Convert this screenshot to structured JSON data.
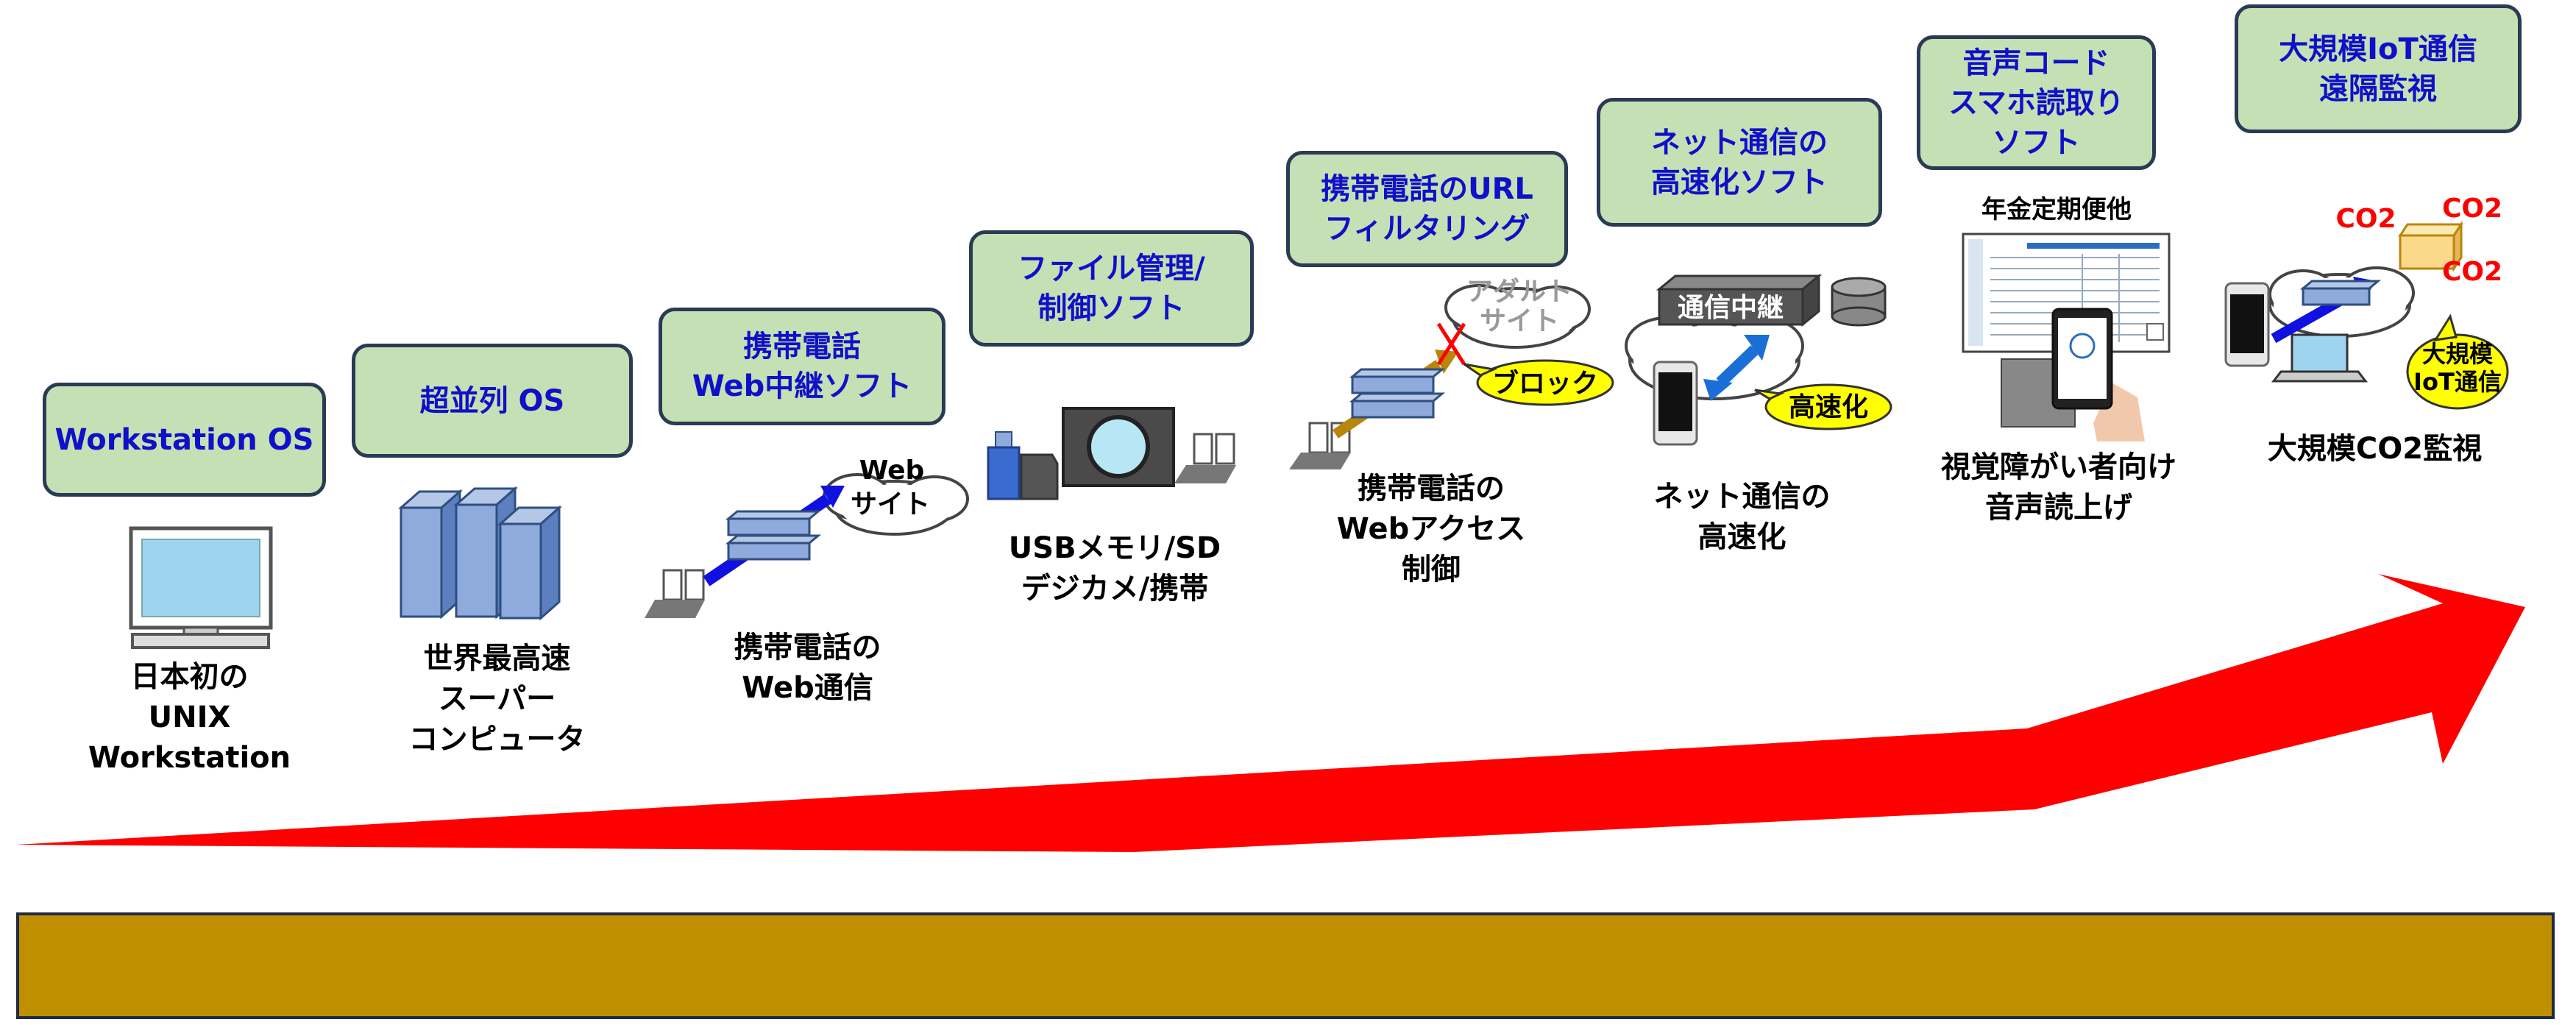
{
  "stages": [
    {
      "title": "Workstation OS",
      "caption": "日本初の\nUNIX Workstation",
      "icon": "workstation-icon"
    },
    {
      "title": "超並列 OS",
      "caption": "世界最高速\nスーパー\nコンピュータ",
      "icon": "supercomputer-icon"
    },
    {
      "title": "携帯電話\nWeb中継ソフト",
      "caption": "携帯電話の\nWeb通信",
      "icon": "mobile-web-relay-icon"
    },
    {
      "title": "ファイル管理/\n制御ソフト",
      "caption": "USBメモリ/SD\nデジカメ/携帯",
      "icon": "storage-devices-icon"
    },
    {
      "title": "携帯電話のURL\nフィルタリング",
      "caption": "携帯電話の\nWebアクセス\n制御",
      "icon": "url-filter-icon"
    },
    {
      "title": "ネット通信の\n高速化ソフト",
      "caption": "ネット通信の\n高速化",
      "icon": "network-acceleration-icon"
    },
    {
      "title": "音声コード\nスマホ読取り\nソフト",
      "caption": "視覚障がい者向け\n音声読上げ",
      "icon": "voice-code-icon"
    },
    {
      "title": "大規模IoT通信\n遠隔監視",
      "caption": "大規模CO2監視",
      "icon": "iot-monitoring-icon"
    }
  ],
  "labels": {
    "web_site_top": "Web",
    "web_site_bottom": "サイト",
    "adult_top": "アダルト",
    "adult_bottom": "サイト",
    "block": "ブロック",
    "relay": "通信中継",
    "speedup": "高速化",
    "pension": "年金定期便他",
    "co2_a": "CO2",
    "co2_b": "CO2",
    "co2_c": "CO2",
    "iot_bubble": "大規模\nIoT通信"
  },
  "colors": {
    "title_box_fill": "#c5e0b4",
    "title_text": "#1010c8",
    "arrow": "#ff0000",
    "band": "#bf8f00"
  }
}
